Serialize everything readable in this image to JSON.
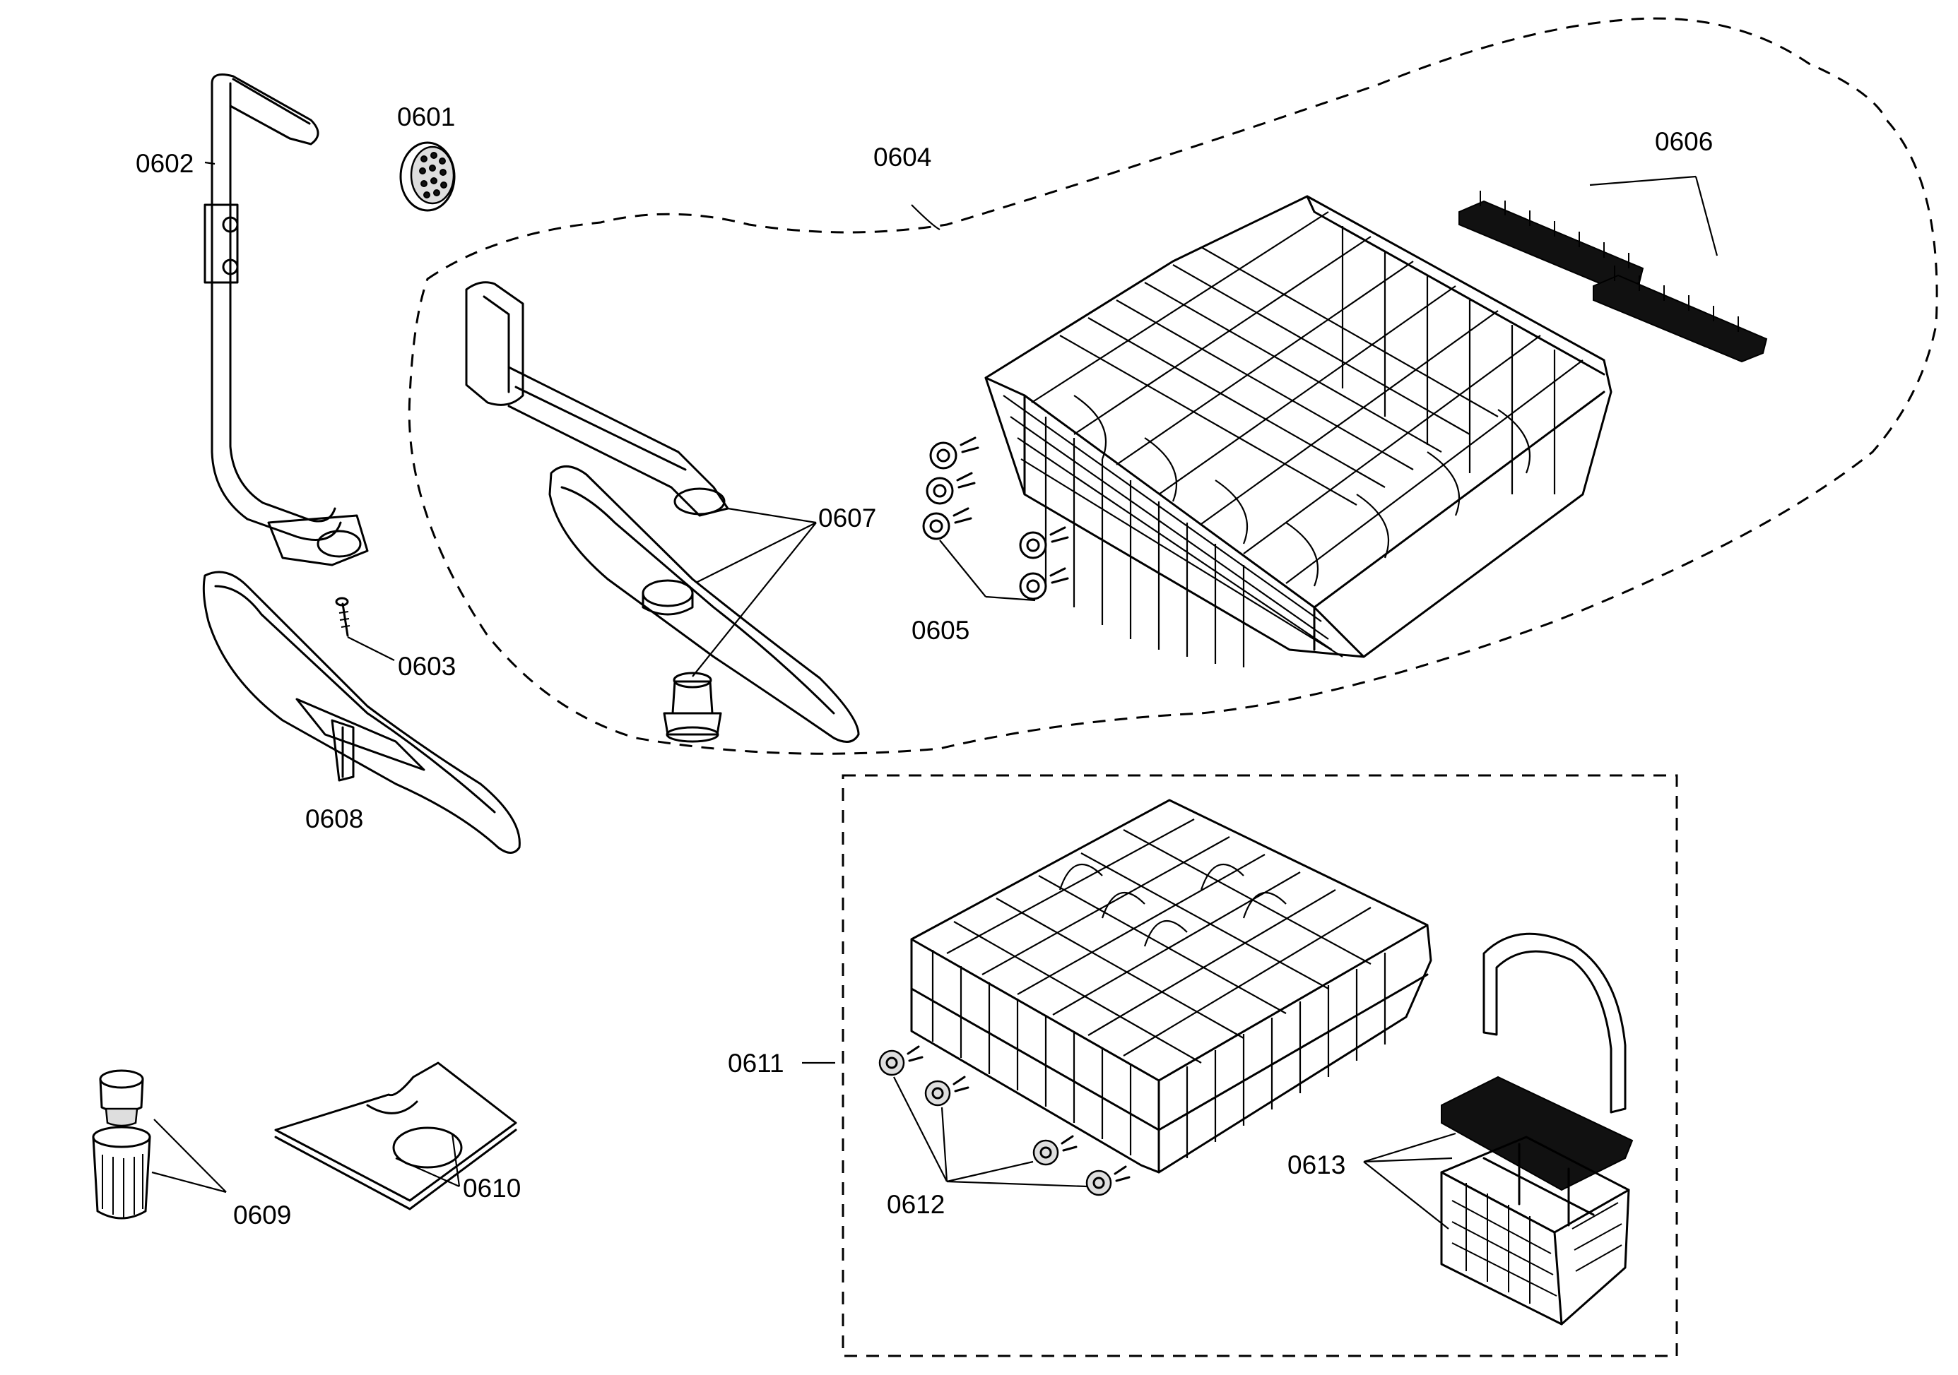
{
  "labels": {
    "p0601": "0601",
    "p0602": "0602",
    "p0603": "0603",
    "p0604": "0604",
    "p0605": "0605",
    "p0606": "0606",
    "p0607": "0607",
    "p0608": "0608",
    "p0609": "0609",
    "p0610": "0610",
    "p0611": "0611",
    "p0612": "0612",
    "p0613": "0613"
  }
}
